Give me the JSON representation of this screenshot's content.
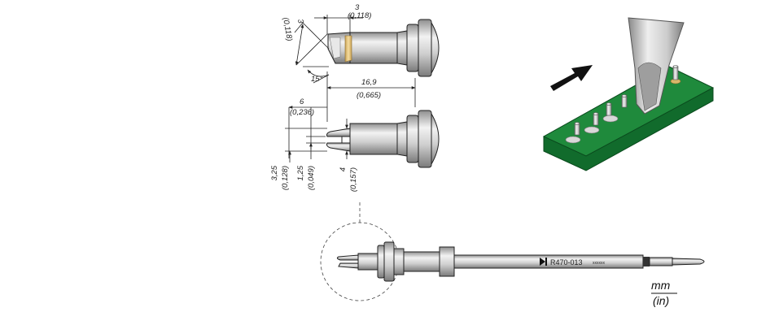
{
  "dimensions": {
    "top_width_mm": "3",
    "top_width_in": "(0,118)",
    "side_height_mm": "3",
    "side_height_in": "(0,118)",
    "angle": "15°",
    "overall_length_mm": "16,9",
    "overall_length_in": "(0,665)",
    "fork_length_mm": "6",
    "fork_length_in": "(0,236)",
    "fork_width_mm": "3,25",
    "fork_width_in": "(0,128)",
    "slot_width_mm": "1,25",
    "slot_width_in": "(0,049)",
    "shank_dia_mm": "4",
    "shank_dia_in": "(0,157)"
  },
  "part": {
    "number": "R470-013",
    "serial": "xxxxxx"
  },
  "units": {
    "top": "mm",
    "bottom": "(in)"
  },
  "colors": {
    "pcb_green": "#1f8a3c",
    "metal": "#bdbdbd",
    "tip_gold": "#e6c27a"
  }
}
